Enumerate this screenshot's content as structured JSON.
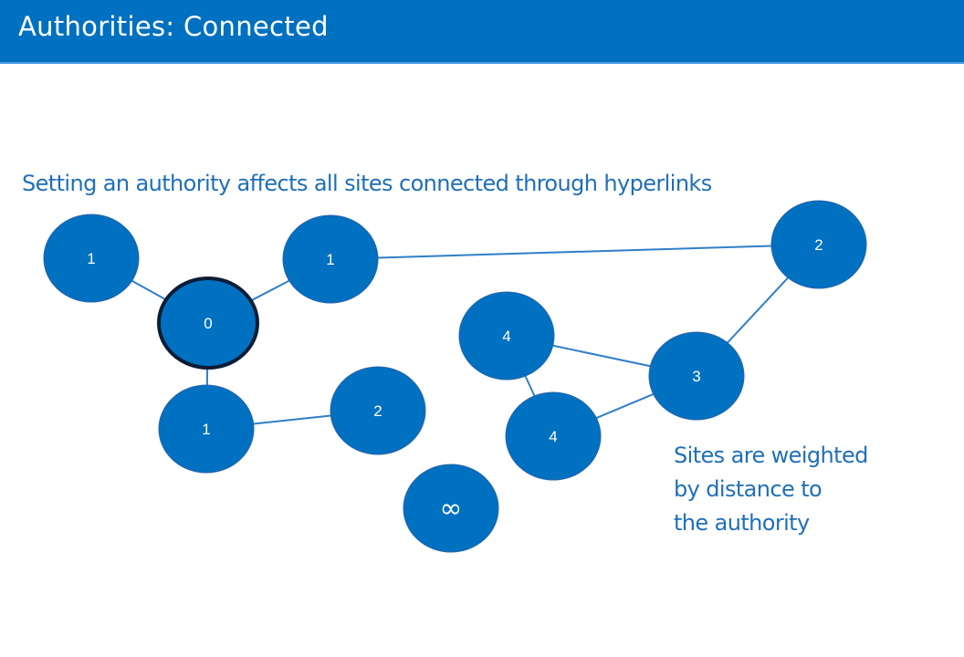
{
  "header": {
    "title": "Authorities: Connected"
  },
  "main": {
    "subtitle": "Setting an authority affects all sites connected through hyperlinks",
    "note_lines": [
      "Sites are weighted",
      "by distance to",
      "the authority"
    ]
  },
  "diagram": {
    "node_fill": "#0070c0",
    "node_stroke": "#2a64a8",
    "authority_stroke": "#0d1d36",
    "edge_color": "#2f7fc8",
    "nodes": [
      {
        "id": "n1a",
        "label": "1"
      },
      {
        "id": "n1b",
        "label": "1"
      },
      {
        "id": "n2top",
        "label": "2"
      },
      {
        "id": "n0",
        "label": "0",
        "authority": true
      },
      {
        "id": "n4a",
        "label": "4"
      },
      {
        "id": "n3",
        "label": "3"
      },
      {
        "id": "n2mid",
        "label": "2"
      },
      {
        "id": "n1c",
        "label": "1"
      },
      {
        "id": "n4b",
        "label": "4"
      },
      {
        "id": "ninf",
        "label": "∞"
      }
    ],
    "edges": [
      [
        "n1a",
        "n0"
      ],
      [
        "n0",
        "n1b"
      ],
      [
        "n1b",
        "n2top"
      ],
      [
        "n0",
        "n1c"
      ],
      [
        "n1c",
        "n2mid"
      ],
      [
        "n2top",
        "n3"
      ],
      [
        "n4a",
        "n3"
      ],
      [
        "n4a",
        "n4b"
      ],
      [
        "n4b",
        "n3"
      ]
    ]
  }
}
